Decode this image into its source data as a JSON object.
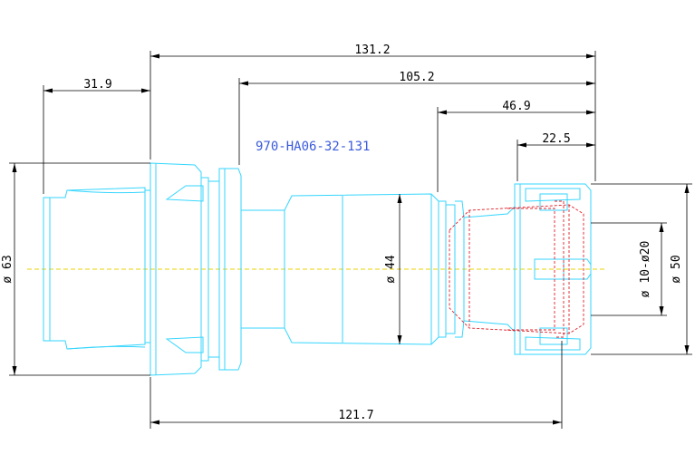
{
  "part_number": "970-HA06-32-131",
  "colors": {
    "outline": "#35d6ff",
    "hidden_lines": "#e0202a",
    "centerline": "#e8d000",
    "dimensions": "#000000",
    "part_number_text": "#3b5bdb"
  },
  "dimensions": {
    "overall_length": "131.2",
    "flange_to_nose": "105.2",
    "body_to_nose": "46.9",
    "nut_length": "22.5",
    "taper_length": "31.9",
    "flange_to_nut": "121.7",
    "taper_diameter": "ø 63",
    "body_diameter": "ø 44",
    "clamping_range": "ø 10-ø20",
    "nut_diameter": "ø 50"
  }
}
